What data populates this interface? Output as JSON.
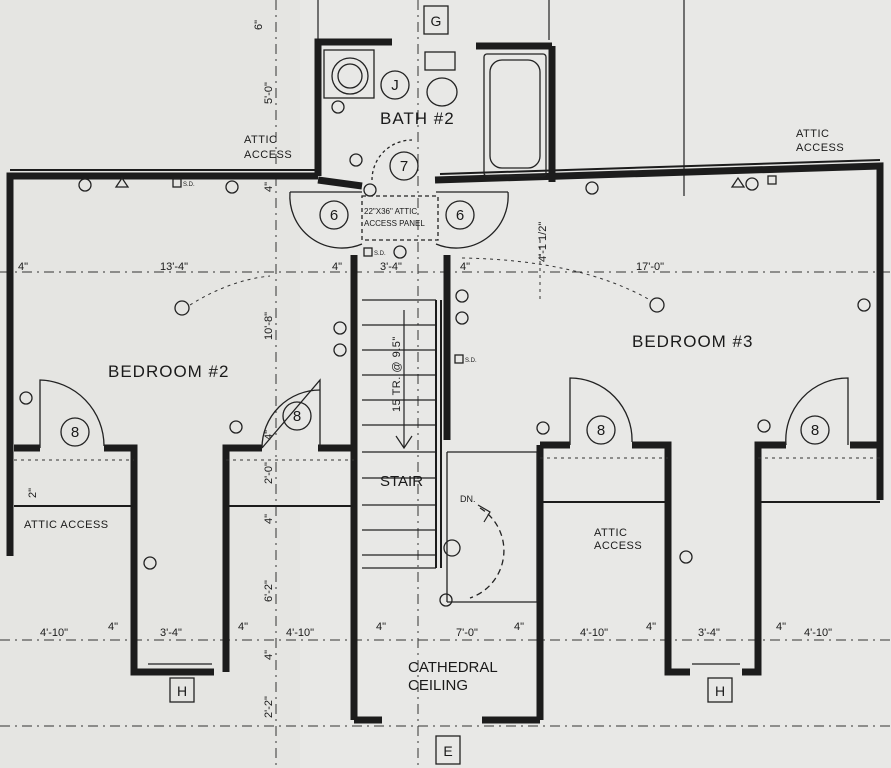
{
  "rooms": {
    "bath2": "BATH #2",
    "bedroom2": "BEDROOM #2",
    "bedroom3": "BEDROOM #3",
    "stair": "STAIR",
    "cathedral_1": "CATHEDRAL",
    "cathedral_2": "CEILING"
  },
  "notes": {
    "attic_access_top_left_1": "ATTIC",
    "attic_access_top_left_2": "ACCESS",
    "attic_access_top_right_1": "ATTIC",
    "attic_access_top_right_2": "ACCESS",
    "attic_access_left": "ATTIC ACCESS",
    "attic_access_mid_1": "ATTIC",
    "attic_access_mid_2": "ACCESS",
    "attic_panel_1": "22\"X36\" ATTIC",
    "attic_panel_2": "ACCESS PANEL",
    "stair_treads": "15 TR. @ 9.5\"",
    "down": "DN.",
    "smoke_detector": "S.D."
  },
  "grid_marks": {
    "top": "G",
    "bottom": "E",
    "left_h": "H",
    "right_h": "H"
  },
  "door_tags": {
    "bath_door": "7",
    "closet_left": "6",
    "closet_right": "6",
    "closet_b2_left": "8",
    "closet_b2_right": "8",
    "closet_b3_left": "8",
    "closet_b3_right": "8",
    "fixture_j": "J"
  },
  "dimensions": {
    "d_6": "6\"",
    "d_5_0": "5'-0\"",
    "d_4_top": "4\"",
    "d_4_left": "4\"",
    "d_13_4": "13'-4\"",
    "d_4_mid1": "4\"",
    "d_3_4_top": "3'-4\"",
    "d_4_mid2": "4\"",
    "d_17_0": "17'-0\"",
    "d_4_1_2": "4'-1 1/2\"",
    "d_10_8": "10'-8\"",
    "d_2_0": "2'-0\"",
    "d_4_v1": "4\"",
    "d_4_v2": "4\"",
    "d_2_left": "2\"",
    "d_6_2": "6'-2\"",
    "d_4_v3": "4\"",
    "d_2_2": "2'-2\"",
    "b_4_10_a": "4'-10\"",
    "b_4_a": "4\"",
    "b_3_4_a": "3'-4\"",
    "b_4_b": "4\"",
    "b_4_10_b": "4'-10\"",
    "b_4_c": "4\"",
    "b_7_0": "7'-0\"",
    "b_4_d": "4\"",
    "b_4_10_c": "4'-10\"",
    "b_4_e": "4\"",
    "b_3_4_b": "3'-4\"",
    "b_4_f": "4\"",
    "b_4_10_d": "4'-10\""
  }
}
